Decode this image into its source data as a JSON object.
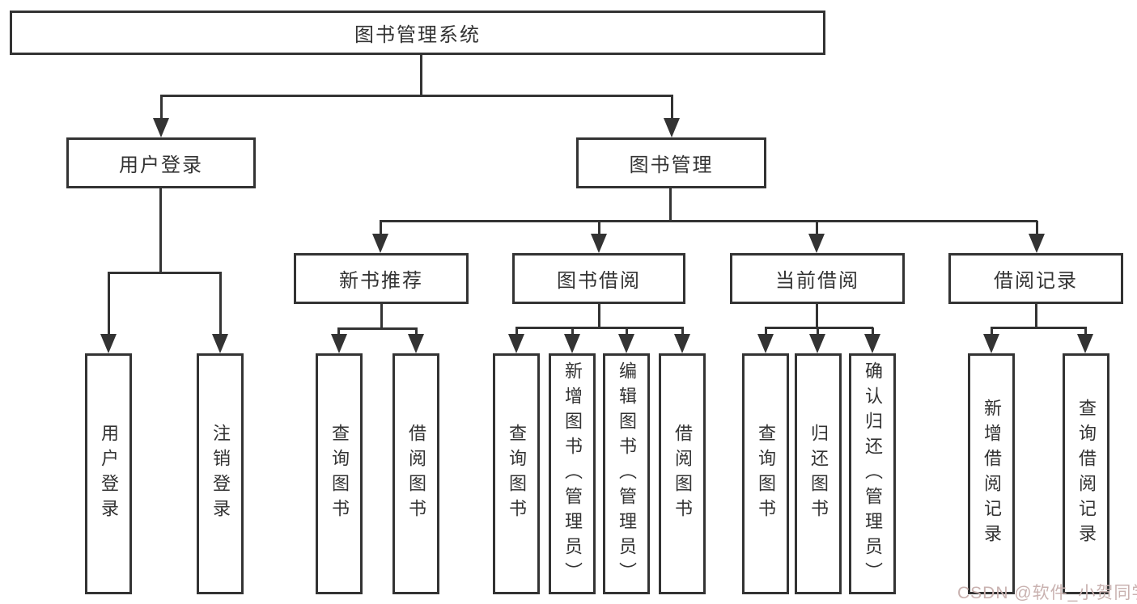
{
  "diagram": {
    "title": "图书管理系统",
    "nodes": {
      "root": "图书管理系统",
      "user_login": "用户登录",
      "book_mgmt": "图书管理",
      "new_book": "新书推荐",
      "book_borrow": "图书借阅",
      "current_borrow": "当前借阅",
      "borrow_record": "借阅记录"
    },
    "leaves": {
      "user_login": [
        "用户登录",
        "注销登录"
      ],
      "new_book": [
        "查询图书",
        "借阅图书"
      ],
      "book_borrow": [
        "查询图书",
        "新增图书（管理员）",
        "编辑图书（管理员）",
        "借阅图书"
      ],
      "current_borrow": [
        "查询图书",
        "归还图书",
        "确认归还（管理员）"
      ],
      "borrow_record": [
        "新增借阅记录",
        "查询借阅记录"
      ]
    }
  },
  "watermark": {
    "text": "CSDN @软件_小贺同学",
    "color": "#c9b2b0"
  },
  "colors": {
    "line": "#333333",
    "text": "#333333",
    "background": "#ffffff"
  }
}
